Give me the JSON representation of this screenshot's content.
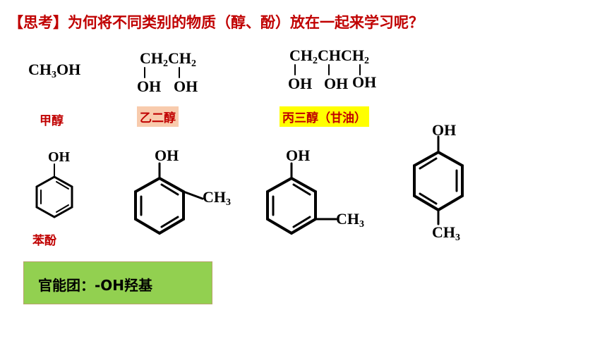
{
  "title": "【思考】为何将不同类别的物质（醇、酚）放在一起来学习呢？",
  "alcohols": {
    "methanol": {
      "formula_a": "CH",
      "formula_sub": "3",
      "formula_b": "OH",
      "name": "甲醇"
    },
    "ethylene_glycol": {
      "top_a": "CH",
      "top_sub1": "2",
      "top_b": "CH",
      "top_sub2": "2",
      "oh1": "OH",
      "oh2": "OH",
      "name": "乙二醇"
    },
    "glycerol": {
      "top_a": "CH",
      "top_sub1": "2",
      "top_b": "CHCH",
      "top_sub2": "2",
      "oh1": "OH",
      "oh2": "OH",
      "oh3": "OH",
      "name": "丙三醇（甘油）"
    }
  },
  "phenols": {
    "phenol": {
      "oh": "OH",
      "name": "苯酚"
    },
    "o_cresol": {
      "oh": "OH",
      "ch": "CH",
      "sub": "3"
    },
    "m_cresol": {
      "oh": "OH",
      "ch": "CH",
      "sub": "3"
    },
    "p_cresol": {
      "oh": "OH",
      "ch": "CH",
      "sub": "3"
    }
  },
  "functional_group": "官能团：-OH羟基",
  "colors": {
    "title": "#c00000",
    "names": "#c00000",
    "highlight_peach": "#f8cbad",
    "highlight_yellow": "#ffff00",
    "box": "#92d050"
  }
}
